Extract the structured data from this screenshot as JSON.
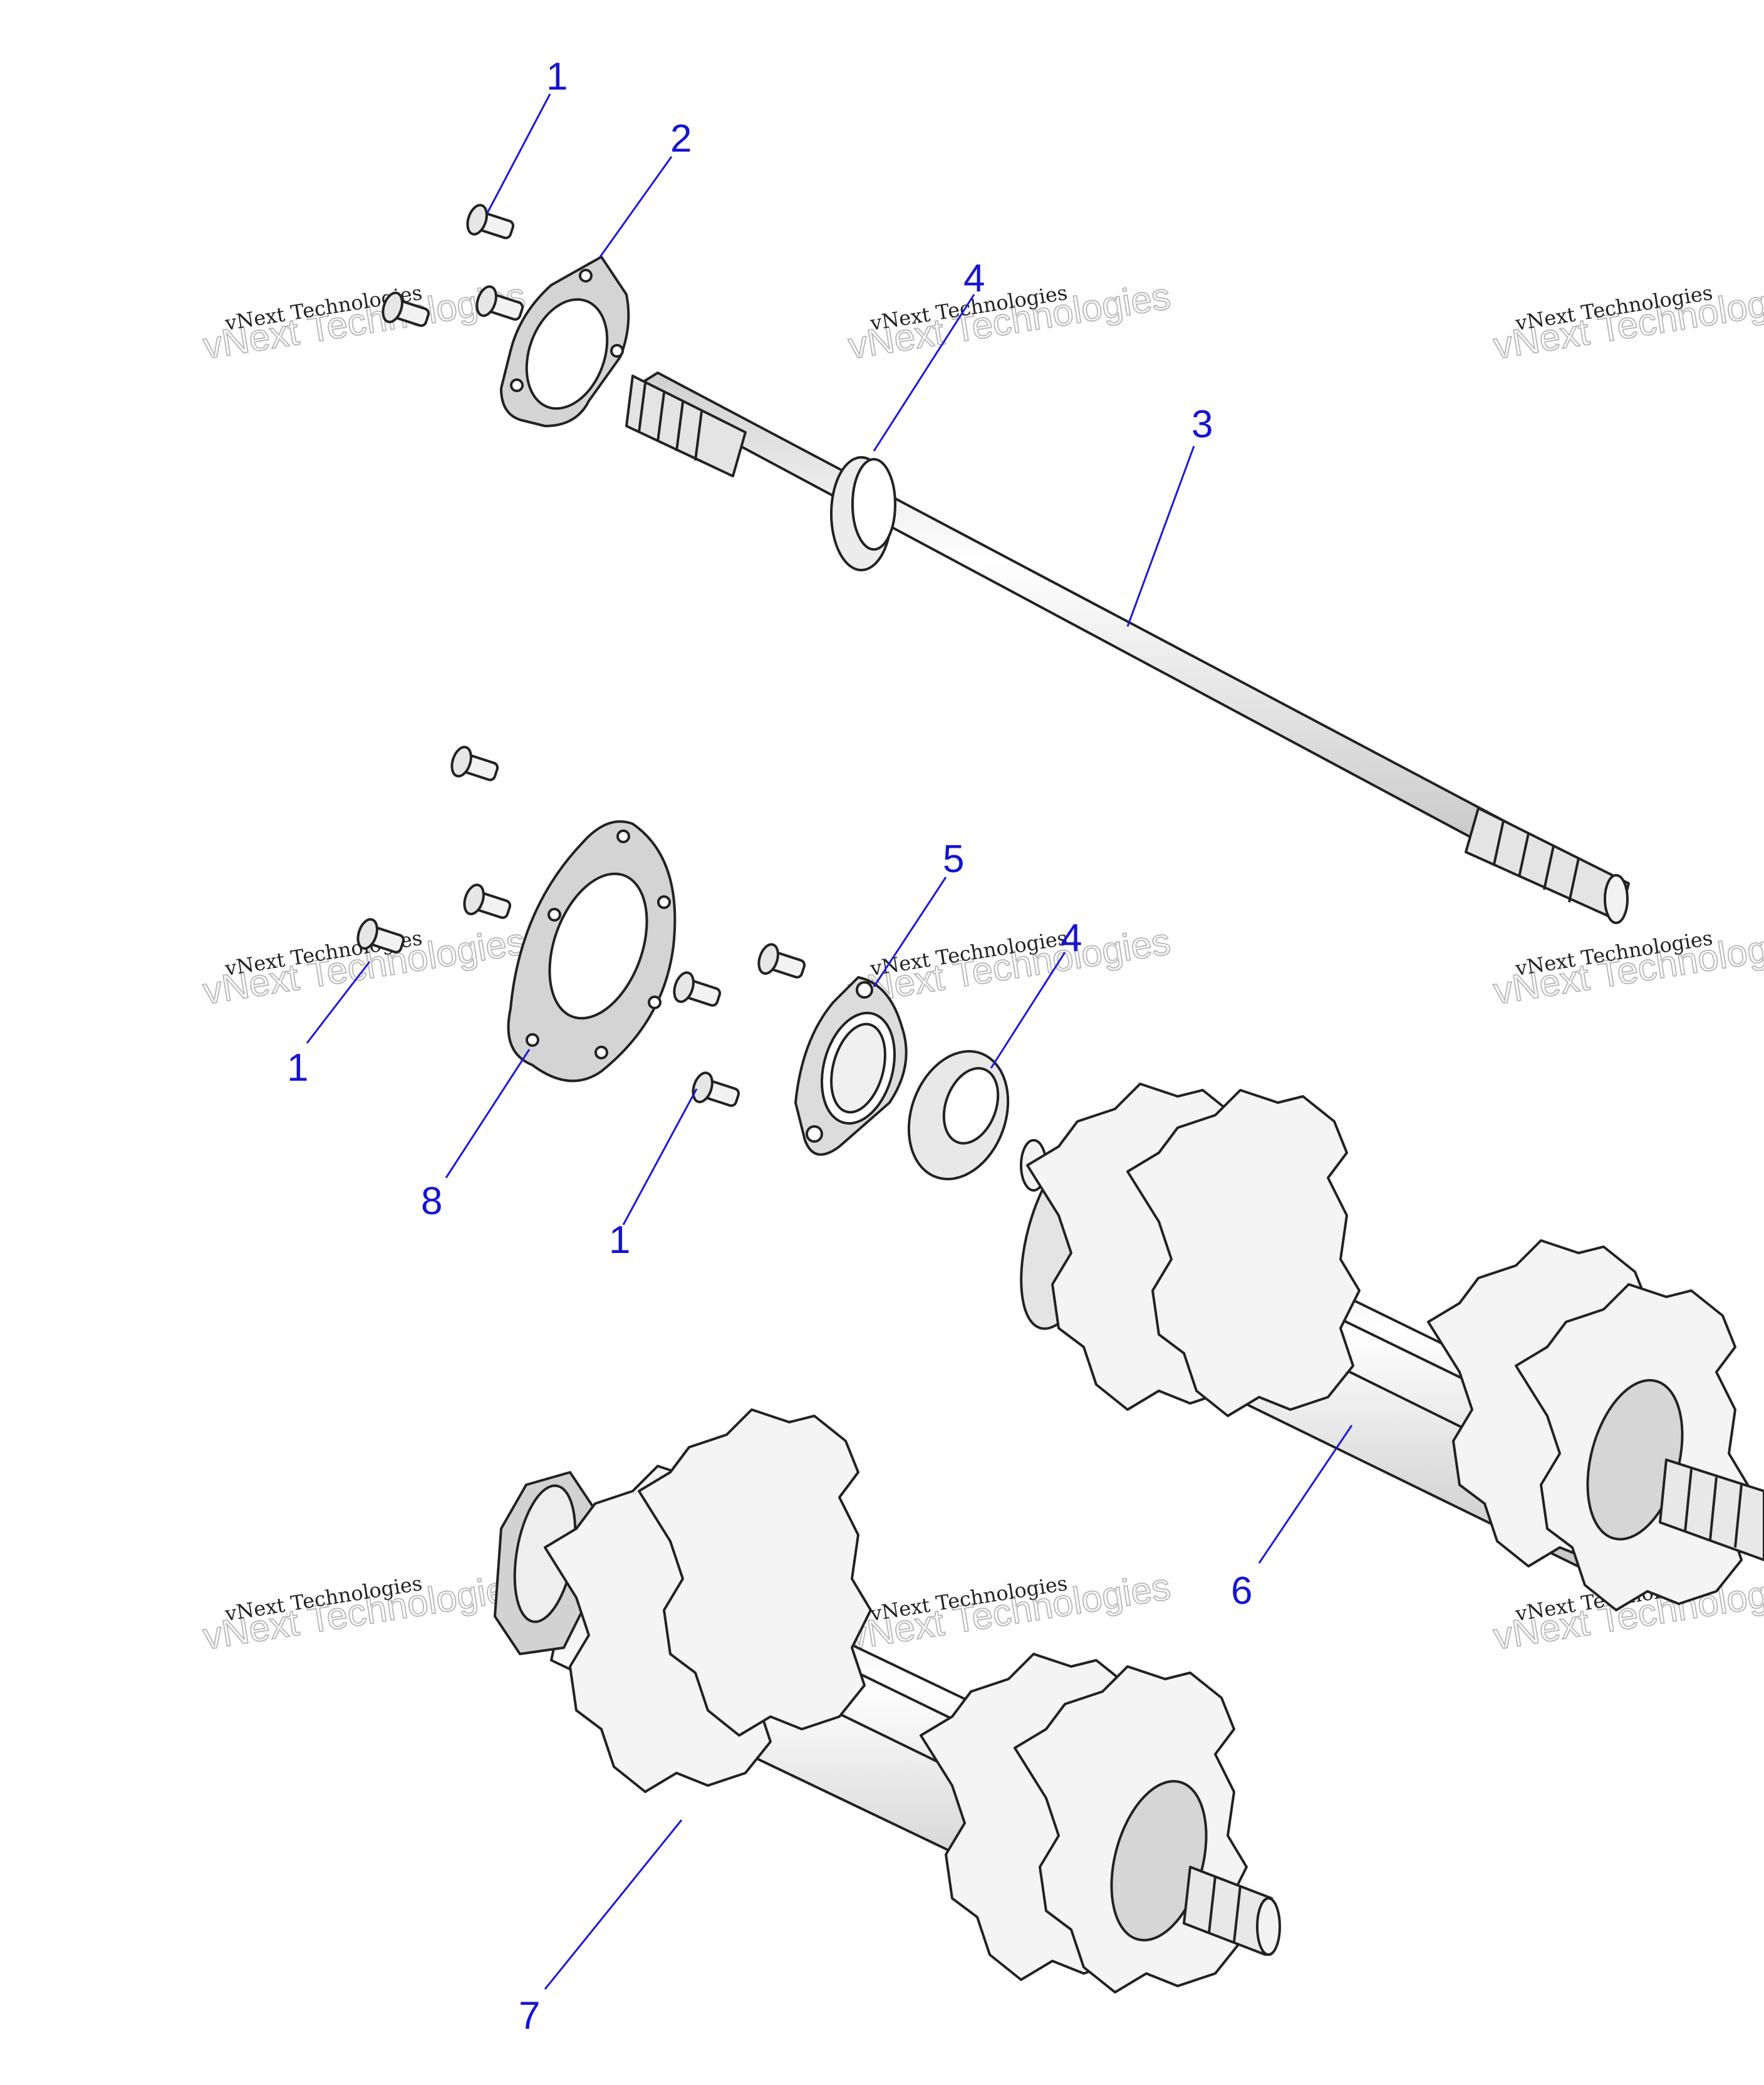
{
  "callouts": {
    "c1a": "1",
    "c2": "2",
    "c4a": "4",
    "c3": "3",
    "c5": "5",
    "c4b": "4",
    "c1b": "1",
    "c8": "8",
    "c1c": "1",
    "c6": "6",
    "c7": "7"
  },
  "watermarks": [
    {
      "line1": "vNext Technologies",
      "line2": "vNext Technologies"
    },
    {
      "line1": "vNext Technologies",
      "line2": "vNext Technologies"
    },
    {
      "line1": "vNext Technologies",
      "line2": "vNext Technologies"
    },
    {
      "line1": "vNext Technologies",
      "line2": "vNext Technologies"
    },
    {
      "line1": "vNext Technologies",
      "line2": "vNext Technologies"
    },
    {
      "line1": "vNext Technologies",
      "line2": "vNext Technologies"
    },
    {
      "line1": "vNext Technologies",
      "line2": "vNext Technologies"
    },
    {
      "line1": "vNext Technologies",
      "line2": "vNext Technologies"
    },
    {
      "line1": "vNext Technologies",
      "line2": "vNext Technologies"
    }
  ],
  "colors": {
    "callout": "#1414d2",
    "part_fill": "#f2f2f2",
    "part_shade": "#cfcfcf",
    "gasket_fill": "#d4d4d4",
    "outline": "#222222"
  }
}
